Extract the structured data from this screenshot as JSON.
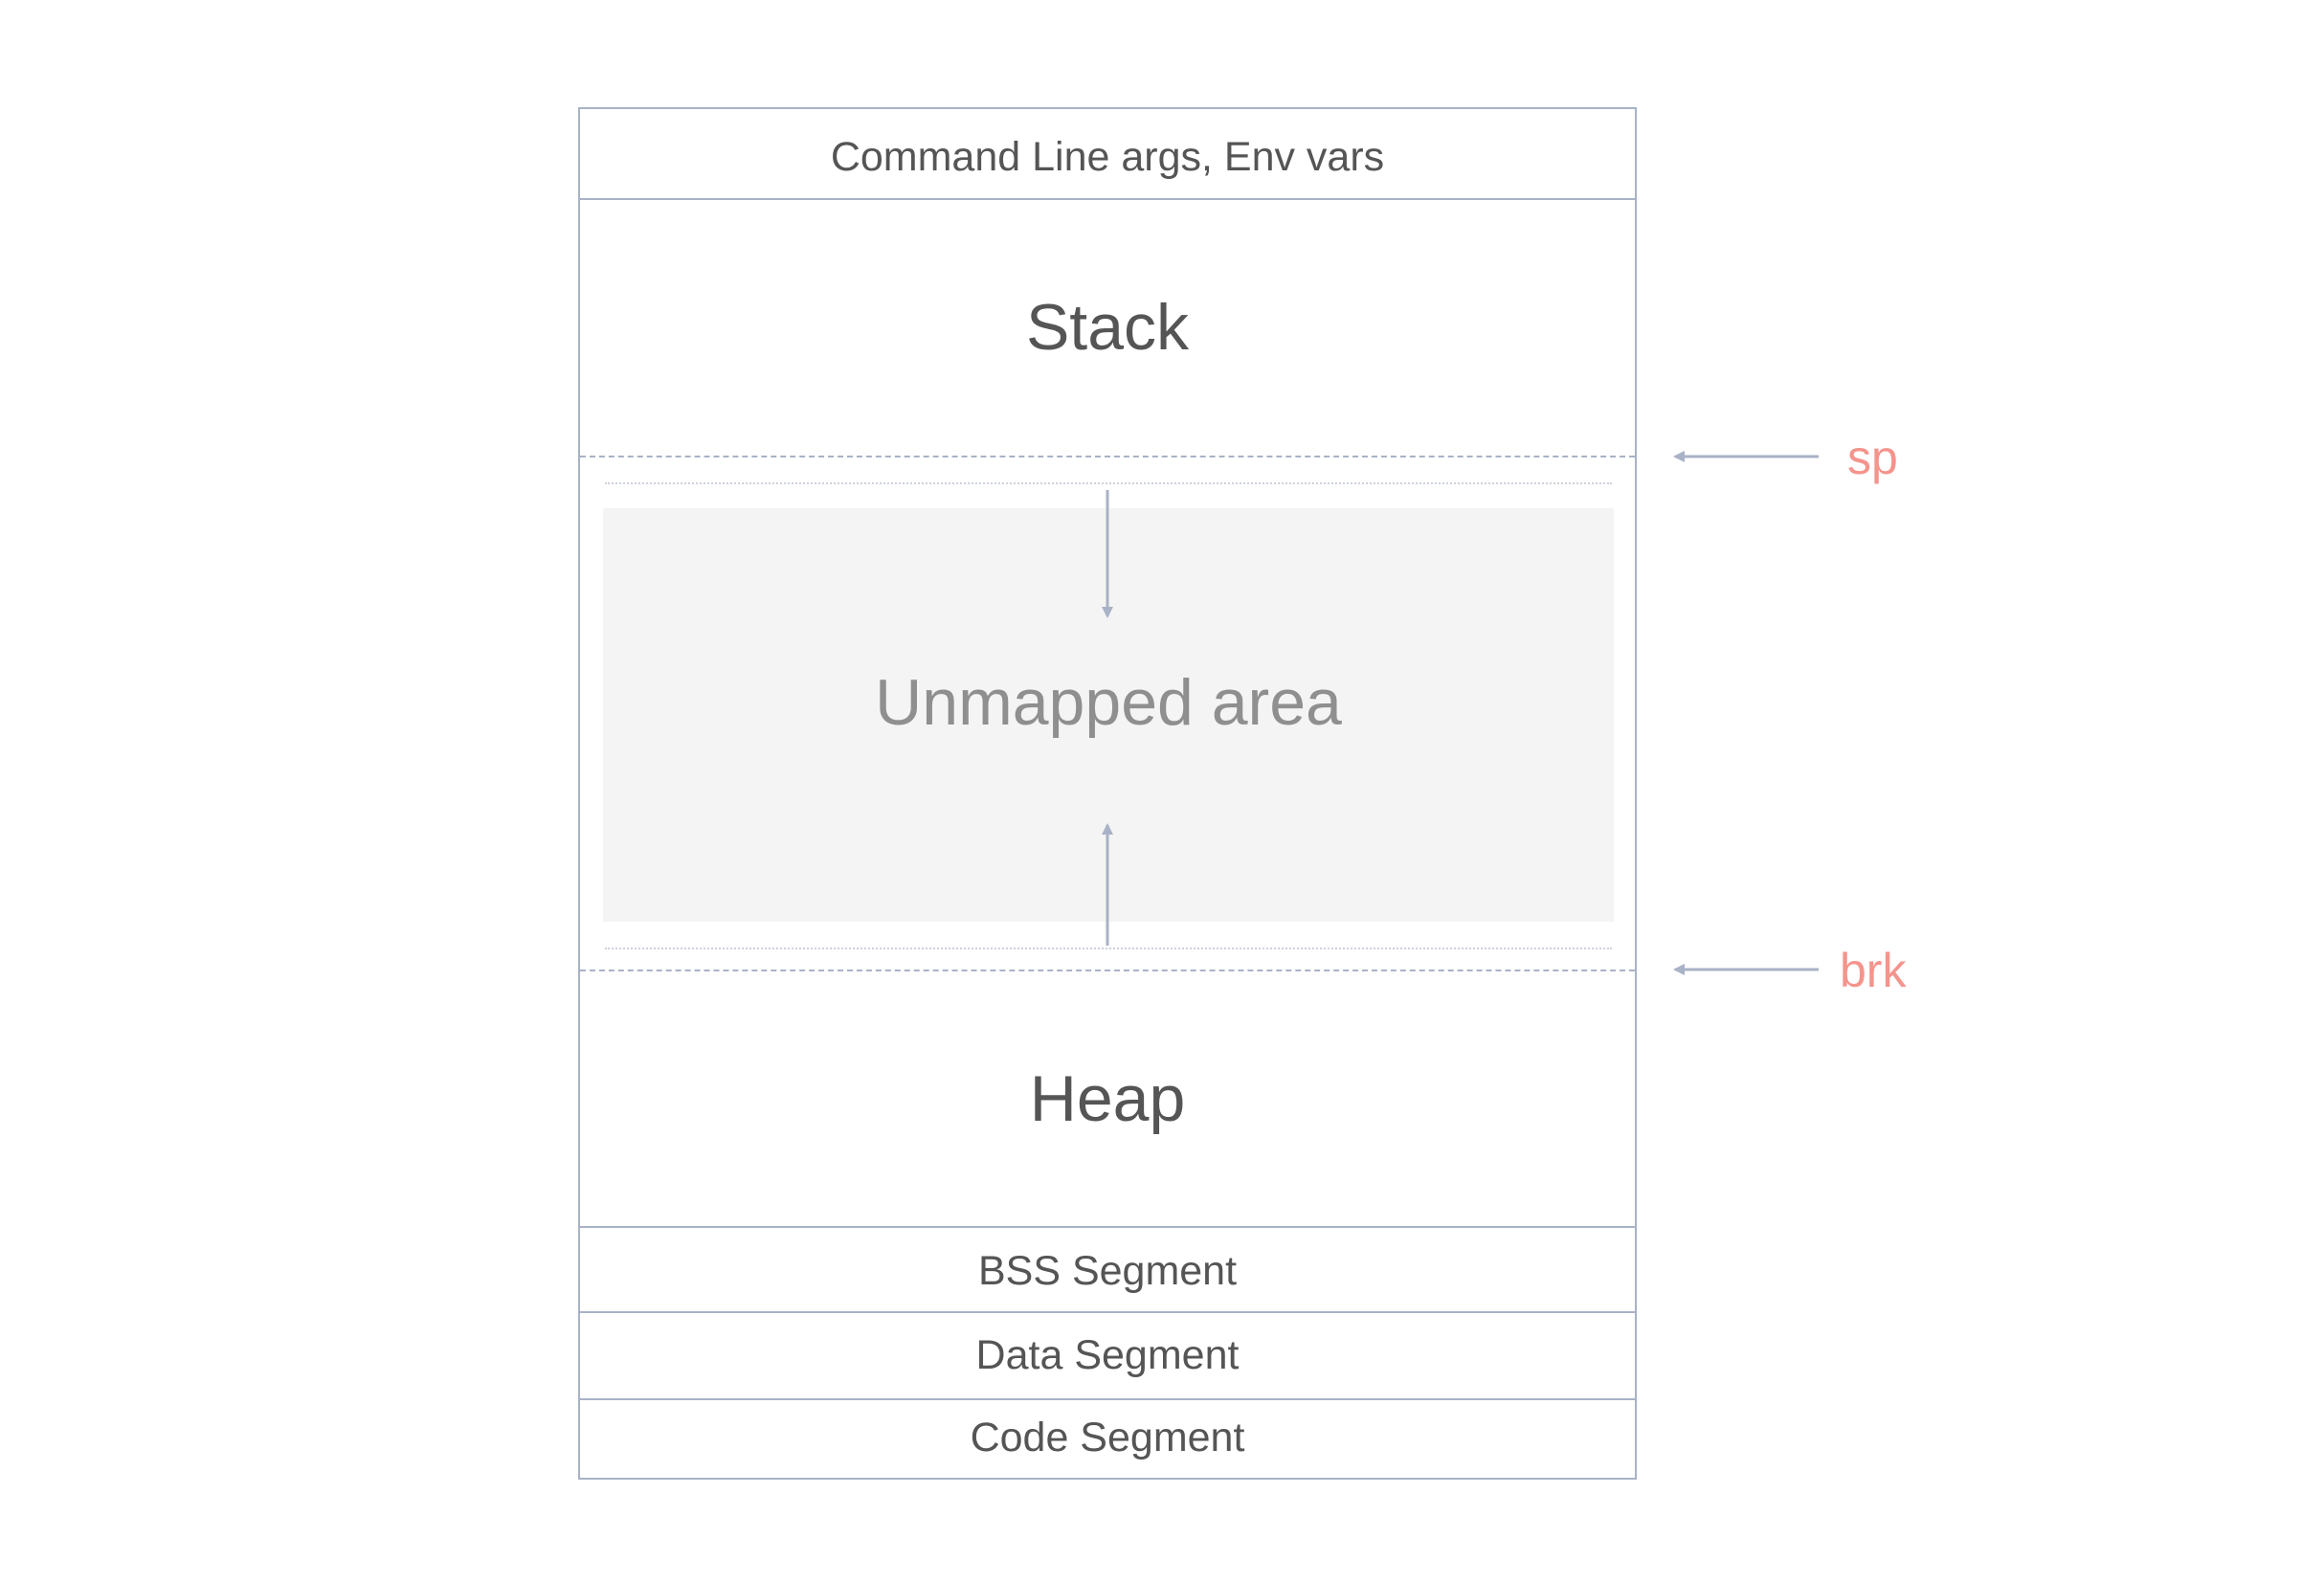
{
  "regions": {
    "cmdline_env": "Command Line args, Env vars",
    "stack": "Stack",
    "unmapped": "Unmapped area",
    "heap": "Heap",
    "bss": "BSS Segment",
    "data": "Data Segment",
    "code": "Code Segment"
  },
  "pointers": {
    "sp": "sp",
    "brk": "brk"
  },
  "colors": {
    "border": "#a9b2c6",
    "text": "#555555",
    "unmapped_text": "#8f8f8f",
    "unmapped_fill": "#f4f4f4",
    "pointer_label": "#f4948c"
  }
}
